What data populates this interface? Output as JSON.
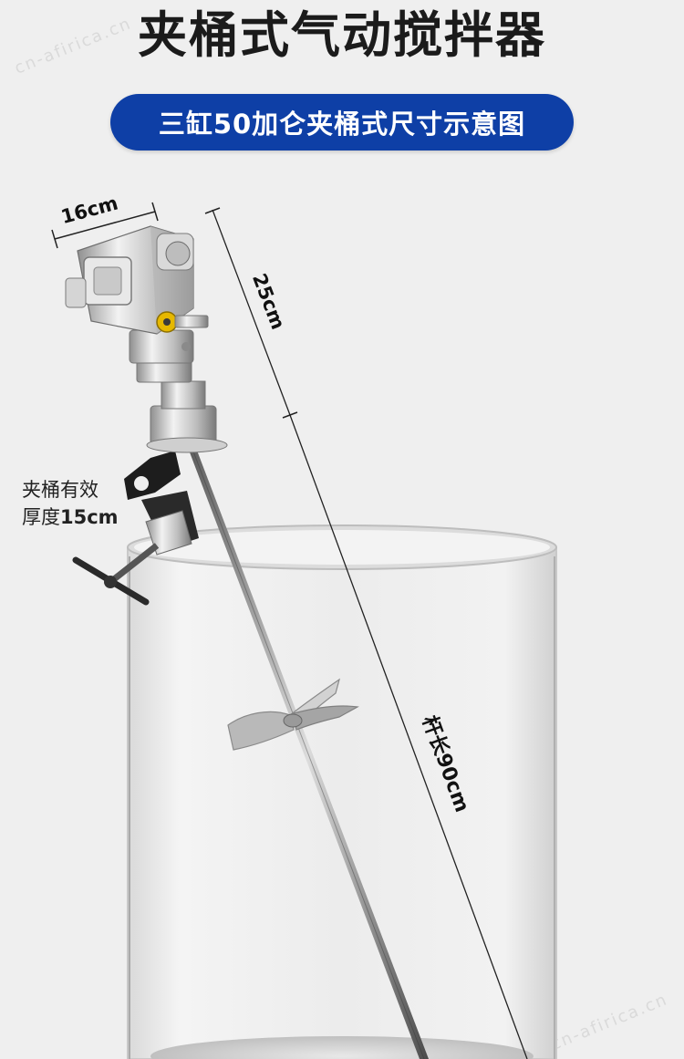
{
  "title": "夹桶式气动搅拌器",
  "banner": "三缸50加仑夹桶式尺寸示意图",
  "dimensions": {
    "head_width": "16cm",
    "head_height": "25cm",
    "rod_length": "杆长90cm"
  },
  "clamp_label": {
    "line1": "夹桶有效",
    "line2_prefix": "厚度",
    "line2_value": "15cm"
  },
  "watermark": "cn-afirica.cn",
  "colors": {
    "banner": "#0e3fa6",
    "background": "#efefef",
    "title": "#1b1b1b"
  }
}
